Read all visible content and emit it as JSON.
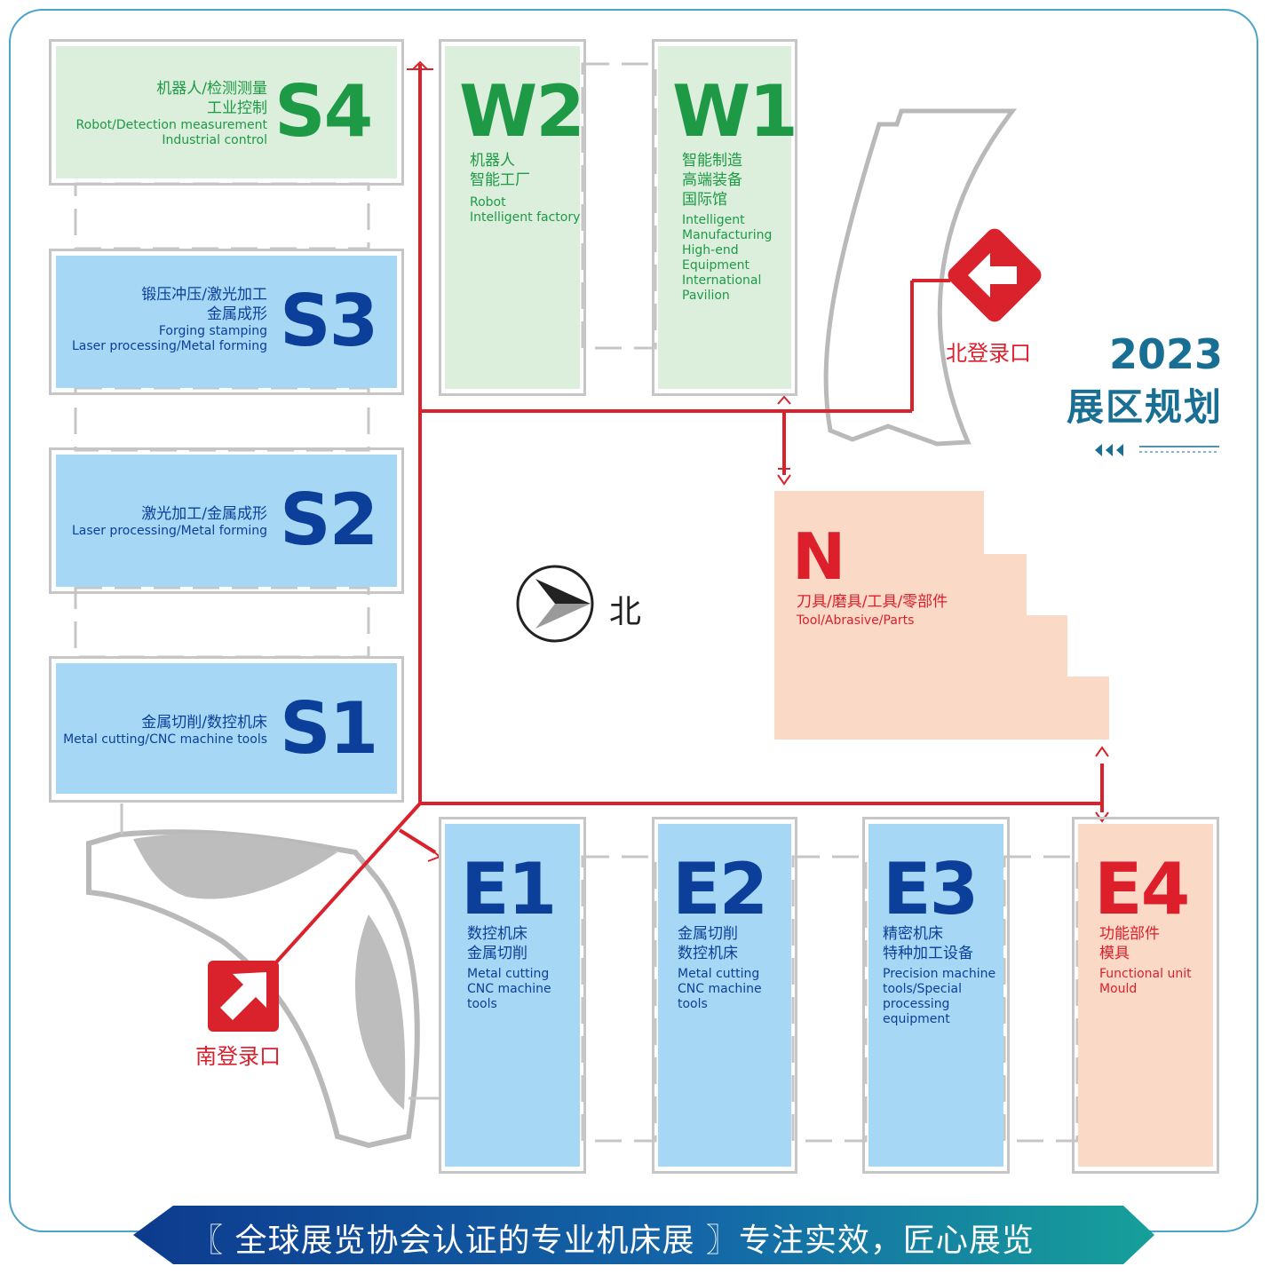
{
  "title": {
    "year": "2023",
    "heading": "展区规划"
  },
  "compass": {
    "label": "北"
  },
  "entrances": {
    "north": "北登录口",
    "south": "南登录口"
  },
  "halls": {
    "S4": {
      "code": "S4",
      "cn1": "机器人/检测测量",
      "cn2": "工业控制",
      "en1": "Robot/Detection measurement",
      "en2": "Industrial control"
    },
    "S3": {
      "code": "S3",
      "cn1": "锻压冲压/激光加工",
      "cn2": "金属成形",
      "en1": "Forging stamping",
      "en2": "Laser processing/Metal forming"
    },
    "S2": {
      "code": "S2",
      "cn1": "激光加工/金属成形",
      "en1": "Laser processing/Metal forming"
    },
    "S1": {
      "code": "S1",
      "cn1": "金属切削/数控机床",
      "en1": "Metal cutting/CNC machine tools"
    },
    "W2": {
      "code": "W2",
      "cn1": "机器人",
      "cn2": "智能工厂",
      "en1": "Robot",
      "en2": "Intelligent factory"
    },
    "W1": {
      "code": "W1",
      "cn1": "智能制造",
      "cn2": "高端装备",
      "cn3": "国际馆",
      "en1": "Intelligent",
      "en2": "Manufacturing",
      "en3": "High-end",
      "en4": "Equipment",
      "en5": "International",
      "en6": "Pavilion"
    },
    "N": {
      "code": "N",
      "cn1": "刀具/磨具/工具/零部件",
      "en1": "Tool/Abrasive/Parts"
    },
    "E1": {
      "code": "E1",
      "cn1": "数控机床",
      "cn2": "金属切削",
      "en1": "Metal cutting",
      "en2": "CNC machine",
      "en3": "tools"
    },
    "E2": {
      "code": "E2",
      "cn1": "金属切削",
      "cn2": "数控机床",
      "en1": "Metal cutting",
      "en2": "CNC machine",
      "en3": "tools"
    },
    "E3": {
      "code": "E3",
      "cn1": "精密机床",
      "cn2": "特种加工设备",
      "en1": "Precision machine",
      "en2": "tools/Special",
      "en3": "processing",
      "en4": "equipment"
    },
    "E4": {
      "code": "E4",
      "cn1": "功能部件",
      "cn2": "模具",
      "en1": "Functional unit",
      "en2": "Mould"
    }
  },
  "banner": {
    "text": "〖 全球展览协会认证的专业机床展 〗专注实效，匠心展览"
  },
  "colors": {
    "green_hall": "#dcefdc",
    "blue_hall": "#a6d8f5",
    "peach_hall": "#fad9c6",
    "route": "#d9222b",
    "title": "#186f93"
  }
}
